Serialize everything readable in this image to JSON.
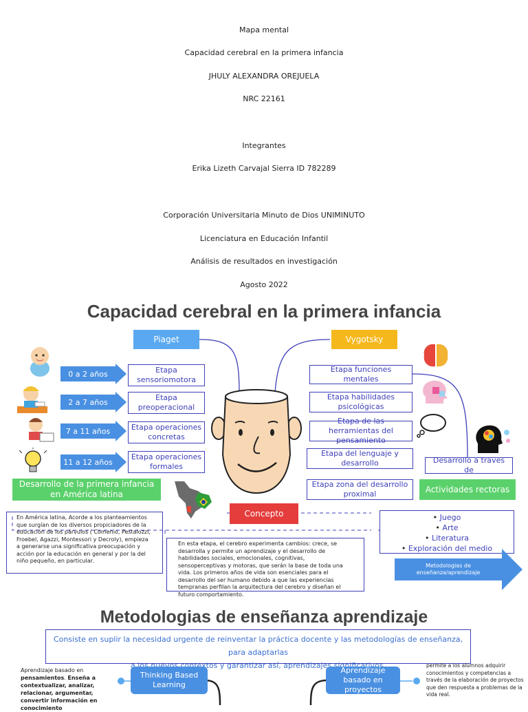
{
  "cover": {
    "line1": "Mapa mental",
    "line2": "Capacidad cerebral en la primera infancia",
    "line3": "JHULY ALEXANDRA OREJUELA",
    "line4": "NRC 22161",
    "line5": "Integrantes",
    "line6": "Erika Lizeth Carvajal Sierra ID 782289",
    "line7": "Corporación Universitaria Minuto de Dios UNIMINUTO",
    "line8": "Licenciatura en Educación Infantil",
    "line9": "Análisis de resultados en investigación",
    "line10": "Agosto 2022"
  },
  "map": {
    "title": "Capacidad cerebral en la primera infancia",
    "piaget": "Piaget",
    "vygotsky": "Vygotsky",
    "age1": "0 a 2 años",
    "age2": "2 a 7 años",
    "age3": "7 a 11 años",
    "age4": "11 a 12 años",
    "p1": "Etapa sensoriomotora",
    "p2": "Etapa preoperacional",
    "p3": "Etapa operaciones concretas",
    "p4": "Etapa operaciones formales",
    "v1": "Etapa funciones mentales",
    "v2": "Etapa habilidades psicológicas",
    "v3": "Etapa de las herramientas del pensamiento",
    "v4": "Etapa del lenguaje y desarrollo",
    "v5": "Etapa zona del desarrollo proximal",
    "desarrollo_traves": "Desarrollo a traves de",
    "actividades": "Actividades rectoras",
    "act_items": [
      "Juego",
      "Arte",
      "Literatura",
      "Exploración del medio"
    ],
    "metodologias_arrow": "Metodologias de enseñanza/aprendizaje",
    "america_latina": "Desarrollo de la primera infancia en América latina",
    "america_text": "En América latina, Acorde a los planteamientos que surgían de los diversos propiciadores de la educación de los párvulos ( Comenio, Pestalozzi, Froebel, Agazzi, Montessori y Decroly), empieza a generarse una significativa preocupación y acción por la educación en general y por la del niño pequeño, en particular.",
    "concepto": "Concepto",
    "concepto_text": "En esta etapa, el cerebro experimenta cambios: crece, se desarrolla y permite un aprendizaje y el desarrollo de habilidades sociales, emocionales, cognitivas, sensoperceptivas y motoras, que serán la base de toda una vida. Los primeros años de vida son esenciales para el desarrollo del ser humano debido a que las experiencias tempranas perfilan la arquitectura del cerebro y diseñan el futuro comportamiento."
  },
  "metodos": {
    "title": "Metodologias de enseñanza aprendizaje",
    "intro_a": "Consiste en suplir la necesidad urgente de reinventar la práctica docente y las metodologías de enseñanza, para adaptarlas",
    "intro_b": "a los nuevos contextos y garantizar así, aprendizajes significativos.",
    "tbl": "Thinking Based Learning",
    "abp": "Aprendizaje basado en proyectos",
    "tbl_text_a": "Aprendizaje basado en ",
    "tbl_text_b": "pensamientos",
    "tbl_text_c": "Enseña a contextualizar, analizar, relacionar, argumentar, convertir información en conocimiento",
    "abp_text": "permite a los alumnos adquirir conocimientos y competencias a través de la elaboración de proyectos que den respuesta a problemas de la vida real."
  },
  "colors": {
    "blue_box": "#5aa9f0",
    "yellow_box": "#f5b81c",
    "green_box": "#5bd16b",
    "red_box": "#e53c3c",
    "arrow": "#4a90e2",
    "border": "#3d3fb8"
  },
  "icons": [
    "baby-icon",
    "child-drawing-icon",
    "child-reading-icon",
    "lightbulb-icon",
    "brain-icon",
    "puzzle-head-icon",
    "thought-bubble-icon",
    "colorful-brain-icon",
    "latin-america-map-icon"
  ]
}
